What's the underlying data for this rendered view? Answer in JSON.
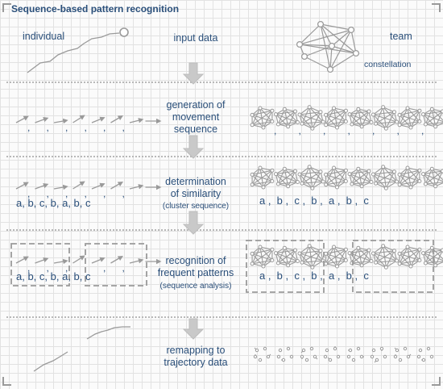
{
  "title": "Sequence-based pattern recognition",
  "column_labels": {
    "left": "individual",
    "right": "team"
  },
  "right_sublabel": "constellation",
  "steps": [
    {
      "label": "input data",
      "sub": ""
    },
    {
      "label": "generation of\nmovement\nsequence",
      "sub": ""
    },
    {
      "label": "determination\nof similarity",
      "sub": "(cluster sequence)"
    },
    {
      "label": "recognition of\nfrequent patterns",
      "sub": "(sequence analysis)"
    },
    {
      "label": "remapping to\ntrajectory data",
      "sub": ""
    }
  ],
  "left_sequence": "a, b, c, b, a, b, c",
  "right_sequence": "a ,  b ,  c ,  b ,  a ,  b ,  c",
  "colors": {
    "text": "#2a4f7a",
    "shape": "#9a9a9a",
    "grid": "#e2e2e2"
  }
}
